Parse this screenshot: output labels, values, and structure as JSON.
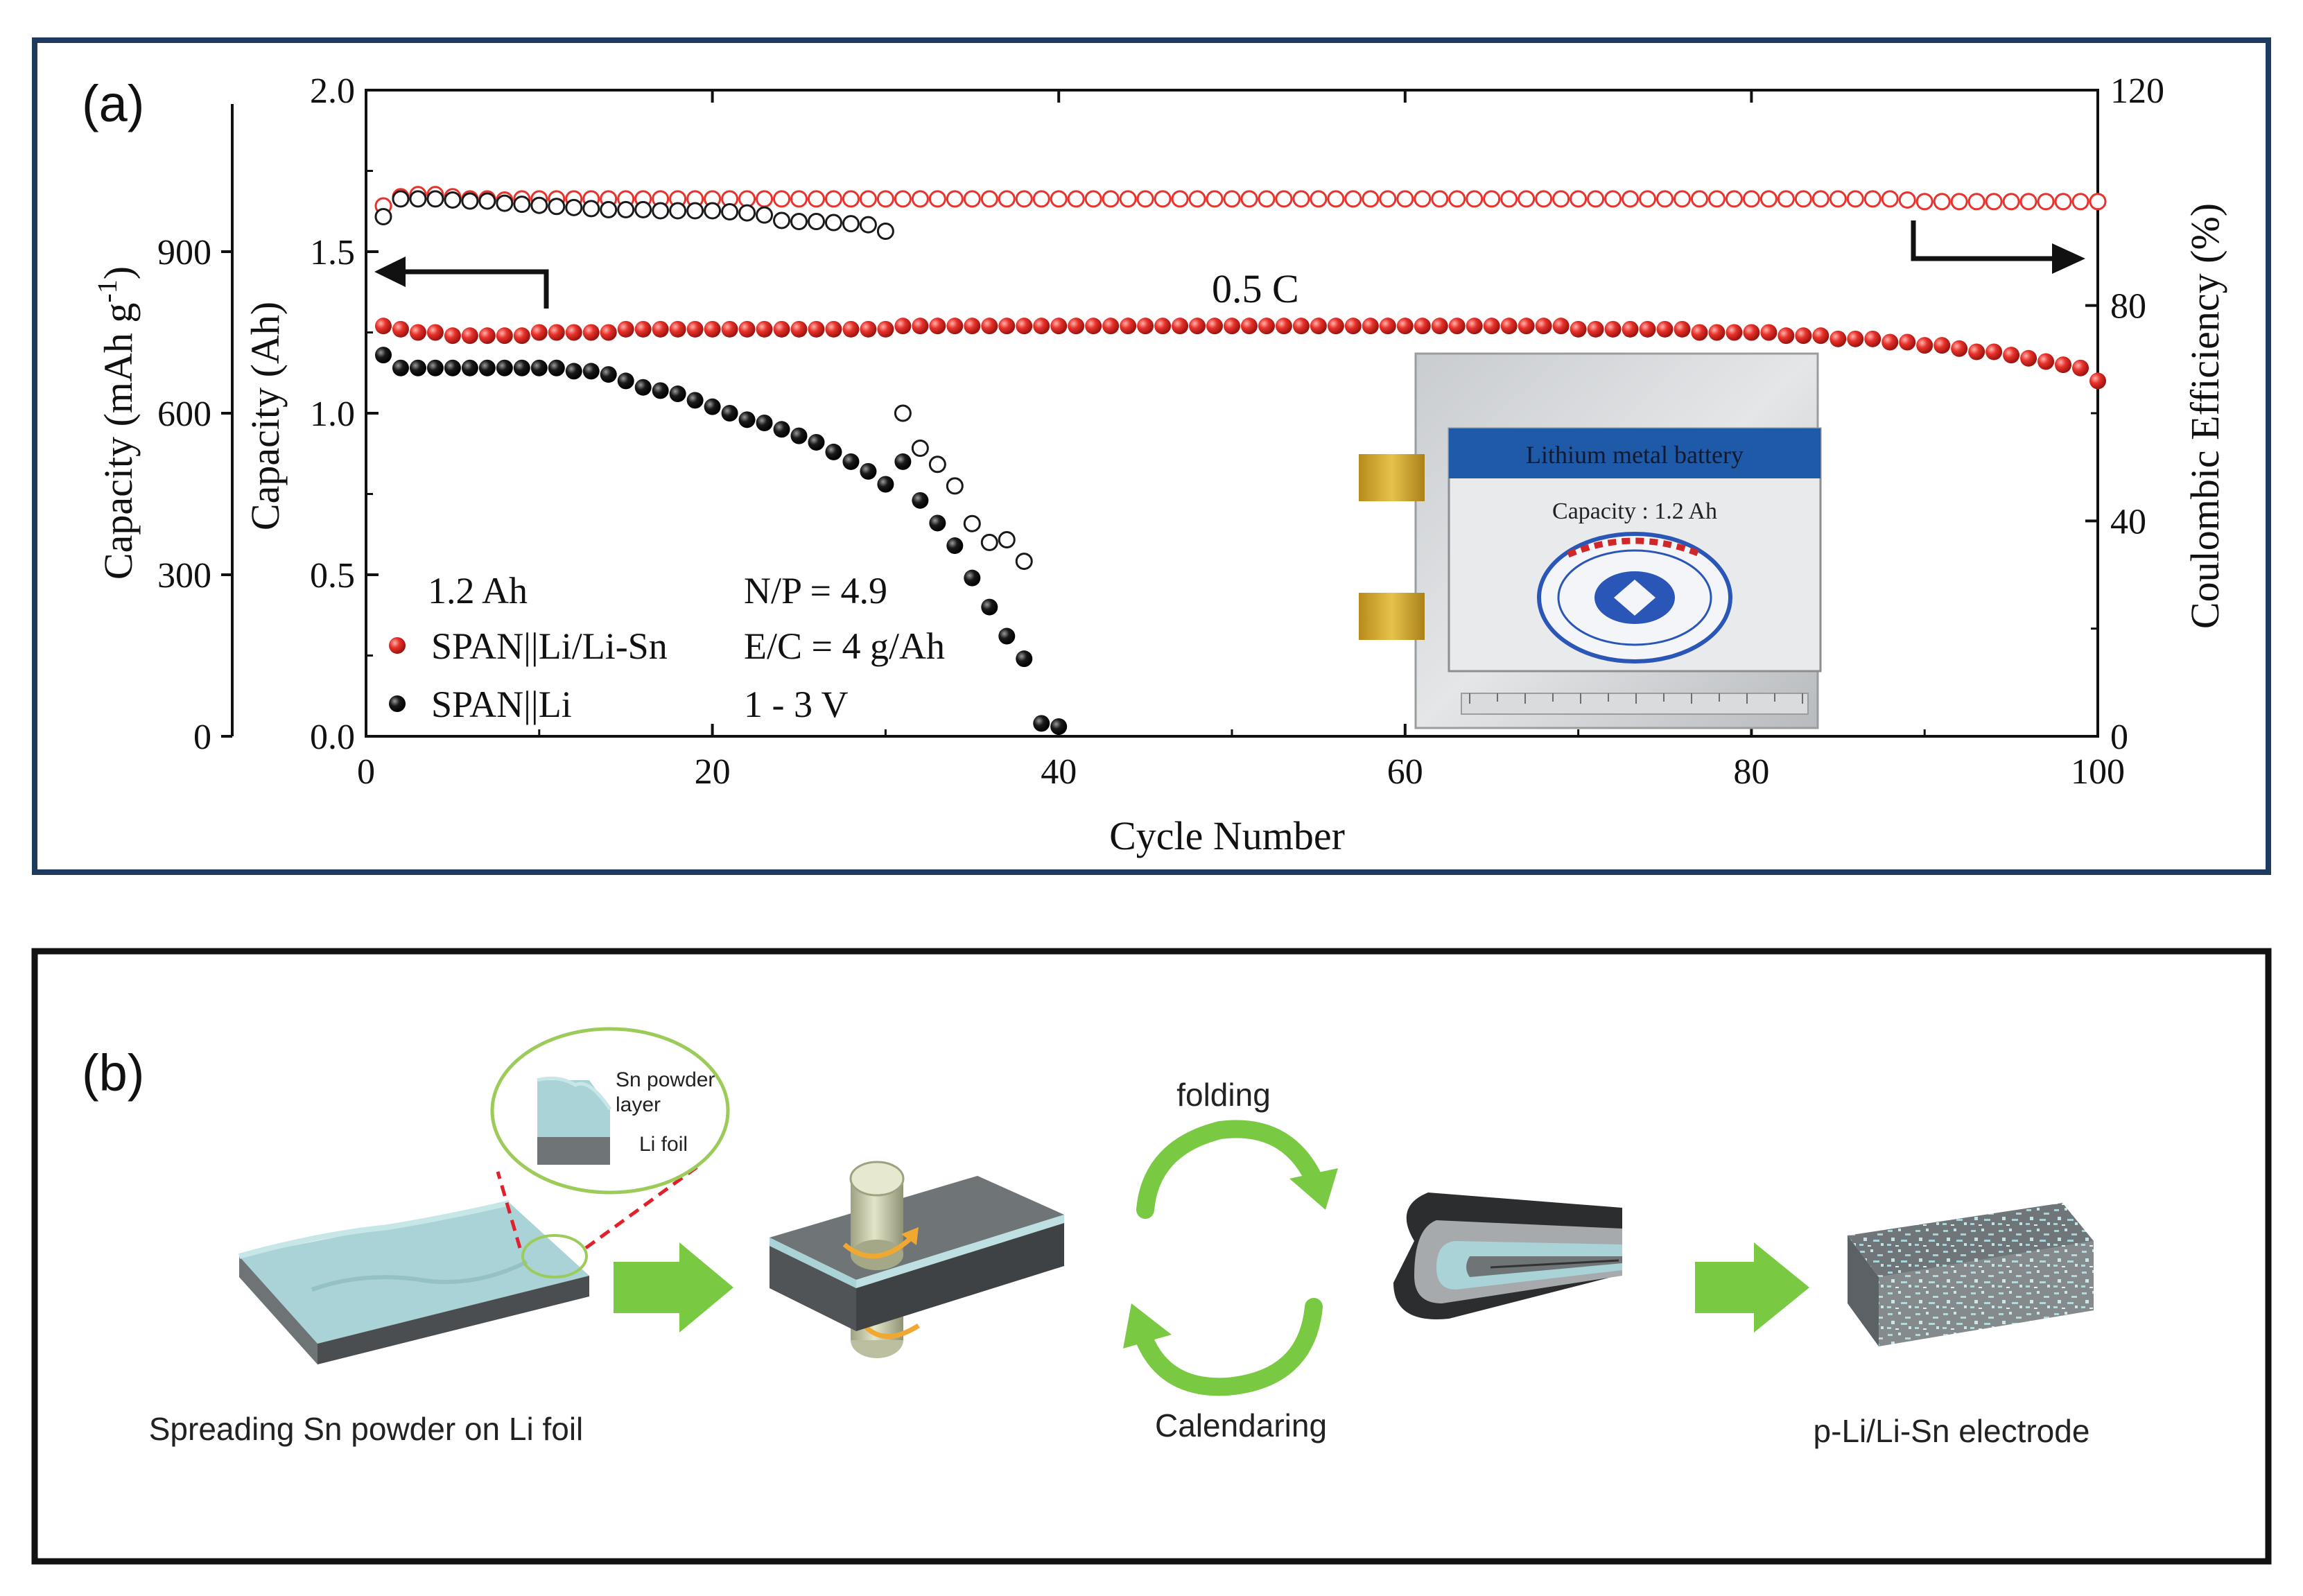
{
  "panel_a": {
    "label": "(a)",
    "rate_label": "0.5 C",
    "legend": {
      "capacity_text": "1.2 Ah",
      "np_text": "N/P = 4.9",
      "ec_text": "E/C = 4 g/Ah",
      "voltage_text": "1 - 3 V",
      "series1": "SPAN||Li/Li-Sn",
      "series2": "SPAN||Li"
    },
    "photo": {
      "banner": "Lithium metal battery",
      "capacity": "Capacity : 1.2 Ah"
    },
    "colors": {
      "red": "#e8322b",
      "black": "#1a1a1a",
      "frame": "#1f3a5f",
      "banner": "#1f5aa8"
    }
  },
  "chart_data": {
    "type": "scatter",
    "xlabel": "Cycle Number",
    "ylabel": "Capacity (Ah)",
    "ylabel_outer": "Capacity (mAh g⁻¹)",
    "ylabel_right": "Coulombic Efficiency (%)",
    "xlim": [
      0,
      100
    ],
    "ylim": [
      0,
      2.0
    ],
    "ylim_outer": [
      0,
      1200
    ],
    "ylim_right": [
      0,
      120
    ],
    "x_ticks": [
      "0",
      "20",
      "40",
      "60",
      "80",
      "100"
    ],
    "y_ticks": [
      "0.0",
      "0.5",
      "1.0",
      "1.5",
      "2.0"
    ],
    "y_outer_ticks": [
      "0",
      "300",
      "600",
      "900"
    ],
    "y_right_ticks": [
      "0",
      "40",
      "80",
      "120"
    ],
    "grid": false,
    "series": [
      {
        "name": "SPAN||Li/Li-Sn",
        "marker": "filled",
        "axis": "left",
        "x": [
          1,
          2,
          3,
          4,
          5,
          6,
          7,
          8,
          9,
          10,
          11,
          12,
          13,
          14,
          15,
          16,
          17,
          18,
          19,
          20,
          21,
          22,
          23,
          24,
          25,
          26,
          27,
          28,
          29,
          30,
          31,
          32,
          33,
          34,
          35,
          36,
          37,
          38,
          39,
          40,
          41,
          42,
          43,
          44,
          45,
          46,
          47,
          48,
          49,
          50,
          51,
          52,
          53,
          54,
          55,
          56,
          57,
          58,
          59,
          60,
          61,
          62,
          63,
          64,
          65,
          66,
          67,
          68,
          69,
          70,
          71,
          72,
          73,
          74,
          75,
          76,
          77,
          78,
          79,
          80,
          81,
          82,
          83,
          84,
          85,
          86,
          87,
          88,
          89,
          90,
          91,
          92,
          93,
          94,
          95,
          96,
          97,
          98,
          99,
          100
        ],
        "y": [
          1.27,
          1.26,
          1.25,
          1.25,
          1.24,
          1.24,
          1.24,
          1.24,
          1.24,
          1.25,
          1.25,
          1.25,
          1.25,
          1.25,
          1.26,
          1.26,
          1.26,
          1.26,
          1.26,
          1.26,
          1.26,
          1.26,
          1.26,
          1.26,
          1.26,
          1.26,
          1.26,
          1.26,
          1.26,
          1.26,
          1.27,
          1.27,
          1.27,
          1.27,
          1.27,
          1.27,
          1.27,
          1.27,
          1.27,
          1.27,
          1.27,
          1.27,
          1.27,
          1.27,
          1.27,
          1.27,
          1.27,
          1.27,
          1.27,
          1.27,
          1.27,
          1.27,
          1.27,
          1.27,
          1.27,
          1.27,
          1.27,
          1.27,
          1.27,
          1.27,
          1.27,
          1.27,
          1.27,
          1.27,
          1.27,
          1.27,
          1.27,
          1.27,
          1.27,
          1.26,
          1.26,
          1.26,
          1.26,
          1.26,
          1.26,
          1.26,
          1.25,
          1.25,
          1.25,
          1.25,
          1.25,
          1.24,
          1.24,
          1.24,
          1.23,
          1.23,
          1.23,
          1.22,
          1.22,
          1.21,
          1.21,
          1.2,
          1.19,
          1.19,
          1.18,
          1.17,
          1.16,
          1.15,
          1.14,
          1.1
        ]
      },
      {
        "name": "SPAN||Li",
        "marker": "filled",
        "axis": "left",
        "x": [
          1,
          2,
          3,
          4,
          5,
          6,
          7,
          8,
          9,
          10,
          11,
          12,
          13,
          14,
          15,
          16,
          17,
          18,
          19,
          20,
          21,
          22,
          23,
          24,
          25,
          26,
          27,
          28,
          29,
          30,
          31,
          32,
          33,
          34,
          35,
          36,
          37,
          38,
          39,
          40
        ],
        "y": [
          1.18,
          1.14,
          1.14,
          1.14,
          1.14,
          1.14,
          1.14,
          1.14,
          1.14,
          1.14,
          1.14,
          1.13,
          1.13,
          1.12,
          1.1,
          1.08,
          1.07,
          1.06,
          1.04,
          1.02,
          1.0,
          0.98,
          0.97,
          0.95,
          0.93,
          0.91,
          0.88,
          0.85,
          0.82,
          0.78,
          0.85,
          0.73,
          0.66,
          0.59,
          0.49,
          0.4,
          0.31,
          0.24,
          0.04,
          0.03
        ]
      },
      {
        "name": "SPAN||Li/Li-Sn CE",
        "marker": "open",
        "axis": "right",
        "x": [
          1,
          2,
          3,
          4,
          5,
          6,
          7,
          8,
          9,
          10,
          11,
          12,
          13,
          14,
          15,
          16,
          17,
          18,
          19,
          20,
          21,
          22,
          23,
          24,
          25,
          26,
          27,
          28,
          29,
          30,
          31,
          32,
          33,
          34,
          35,
          36,
          37,
          38,
          39,
          40,
          41,
          42,
          43,
          44,
          45,
          46,
          47,
          48,
          49,
          50,
          51,
          52,
          53,
          54,
          55,
          56,
          57,
          58,
          59,
          60,
          61,
          62,
          63,
          64,
          65,
          66,
          67,
          68,
          69,
          70,
          71,
          72,
          73,
          74,
          75,
          76,
          77,
          78,
          79,
          80,
          81,
          82,
          83,
          84,
          85,
          86,
          87,
          88,
          89,
          90,
          91,
          92,
          93,
          94,
          95,
          96,
          97,
          98,
          99,
          100
        ],
        "y": [
          98.5,
          100.2,
          100.6,
          100.6,
          100.2,
          99.8,
          99.8,
          99.6,
          99.8,
          99.8,
          99.8,
          99.8,
          99.8,
          99.8,
          99.8,
          99.8,
          99.8,
          99.8,
          99.8,
          99.8,
          99.8,
          99.8,
          99.8,
          99.8,
          99.8,
          99.8,
          99.8,
          99.8,
          99.8,
          99.8,
          99.8,
          99.8,
          99.8,
          99.8,
          99.8,
          99.8,
          99.8,
          99.8,
          99.8,
          99.8,
          99.8,
          99.8,
          99.8,
          99.8,
          99.8,
          99.8,
          99.8,
          99.8,
          99.8,
          99.8,
          99.8,
          99.8,
          99.8,
          99.8,
          99.8,
          99.8,
          99.8,
          99.8,
          99.8,
          99.8,
          99.8,
          99.8,
          99.8,
          99.8,
          99.8,
          99.8,
          99.8,
          99.8,
          99.8,
          99.8,
          99.8,
          99.8,
          99.8,
          99.8,
          99.8,
          99.8,
          99.8,
          99.8,
          99.8,
          99.8,
          99.8,
          99.8,
          99.8,
          99.8,
          99.8,
          99.8,
          99.8,
          99.8,
          99.6,
          99.3,
          99.3,
          99.3,
          99.3,
          99.3,
          99.3,
          99.3,
          99.3,
          99.3,
          99.3,
          99.3
        ]
      },
      {
        "name": "SPAN||Li CE",
        "marker": "open",
        "axis": "right",
        "x": [
          1,
          2,
          3,
          4,
          5,
          6,
          7,
          8,
          9,
          10,
          11,
          12,
          13,
          14,
          15,
          16,
          17,
          18,
          19,
          20,
          21,
          22,
          23,
          24,
          25,
          26,
          27,
          28,
          29,
          30,
          31,
          32,
          33,
          34,
          35,
          36,
          37,
          38
        ],
        "y": [
          96.5,
          99.8,
          99.8,
          99.8,
          99.6,
          99.4,
          99.4,
          99.0,
          98.8,
          98.6,
          98.4,
          98.2,
          98.0,
          97.8,
          97.8,
          97.8,
          97.6,
          97.6,
          97.6,
          97.6,
          97.4,
          97.2,
          96.8,
          95.8,
          95.6,
          95.6,
          95.4,
          95.2,
          95.0,
          93.8,
          60.0,
          53.5,
          50.5,
          46.5,
          39.5,
          36.0,
          36.5,
          32.5
        ]
      }
    ]
  },
  "panel_b": {
    "label": "(b)",
    "step1": "Spreading Sn powder on Li foil",
    "inset_top": "Sn powder",
    "inset_top2": "layer",
    "inset_bottom": "Li foil",
    "folding": "folding",
    "calendaring": "Calendaring",
    "electrode": "p-Li/Li-Sn electrode",
    "colors": {
      "arrow": "#7ac943",
      "powder": "#a9d3d6",
      "base": "#555555",
      "roller": "#d3d6b5",
      "rotate": "#f0a830"
    }
  }
}
